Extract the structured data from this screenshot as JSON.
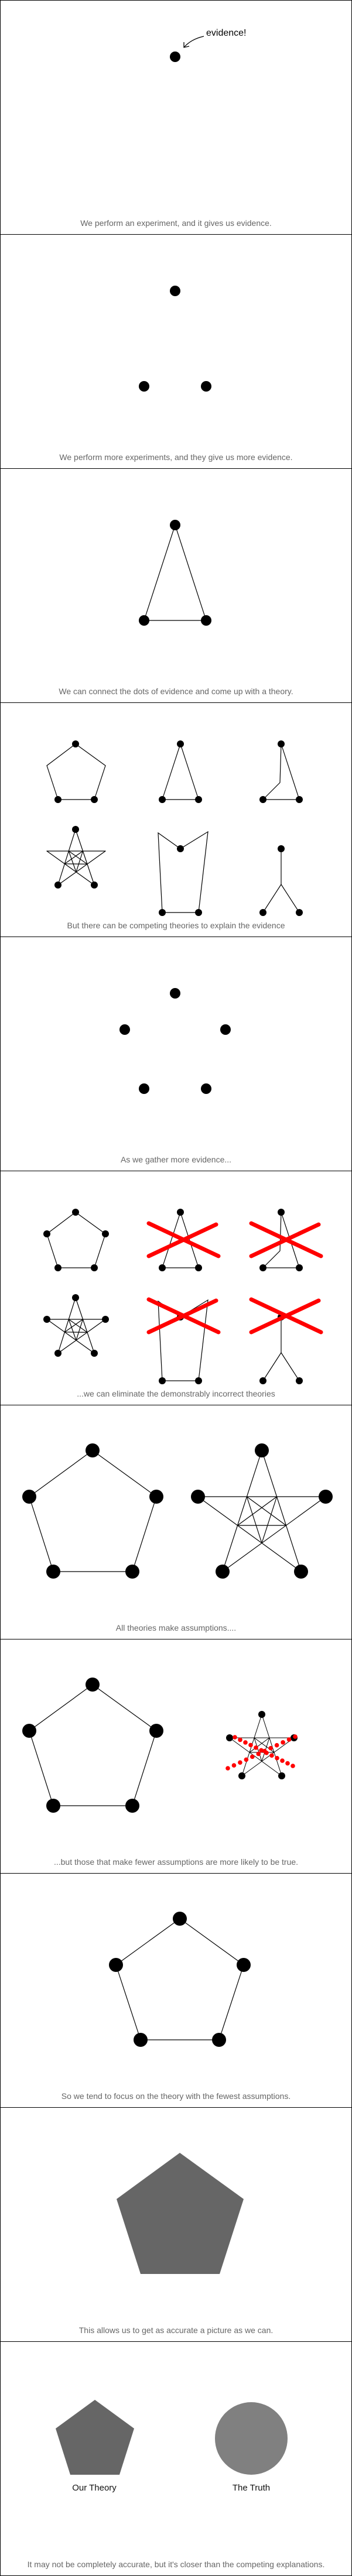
{
  "colors": {
    "ink": "#000000",
    "caption": "#666666",
    "cross": "#ff0000",
    "theory_fill": "#666666",
    "truth_fill": "#808080"
  },
  "panels": [
    {
      "caption": "We perform an experiment, and it gives us evidence.",
      "annotation": "evidence!"
    },
    {
      "caption": "We perform more experiments, and they give us more evidence."
    },
    {
      "caption": "We can connect the dots of evidence and come up with a theory."
    },
    {
      "caption": "But there can be competing theories to explain the evidence"
    },
    {
      "caption": "As we gather more evidence..."
    },
    {
      "caption": "...we can eliminate the demonstrably incorrect theories"
    },
    {
      "caption": "All theories make assumptions...."
    },
    {
      "caption": "...but those that make fewer assumptions are more likely to be true."
    },
    {
      "caption": "So we tend to focus on the theory with the fewest assumptions."
    },
    {
      "caption": "This allows us to get as accurate a picture as we can."
    },
    {
      "caption": "It may not be completely accurate, but it's closer than the competing explanations.",
      "labels": {
        "theory": "Our Theory",
        "truth": "The Truth"
      }
    }
  ]
}
